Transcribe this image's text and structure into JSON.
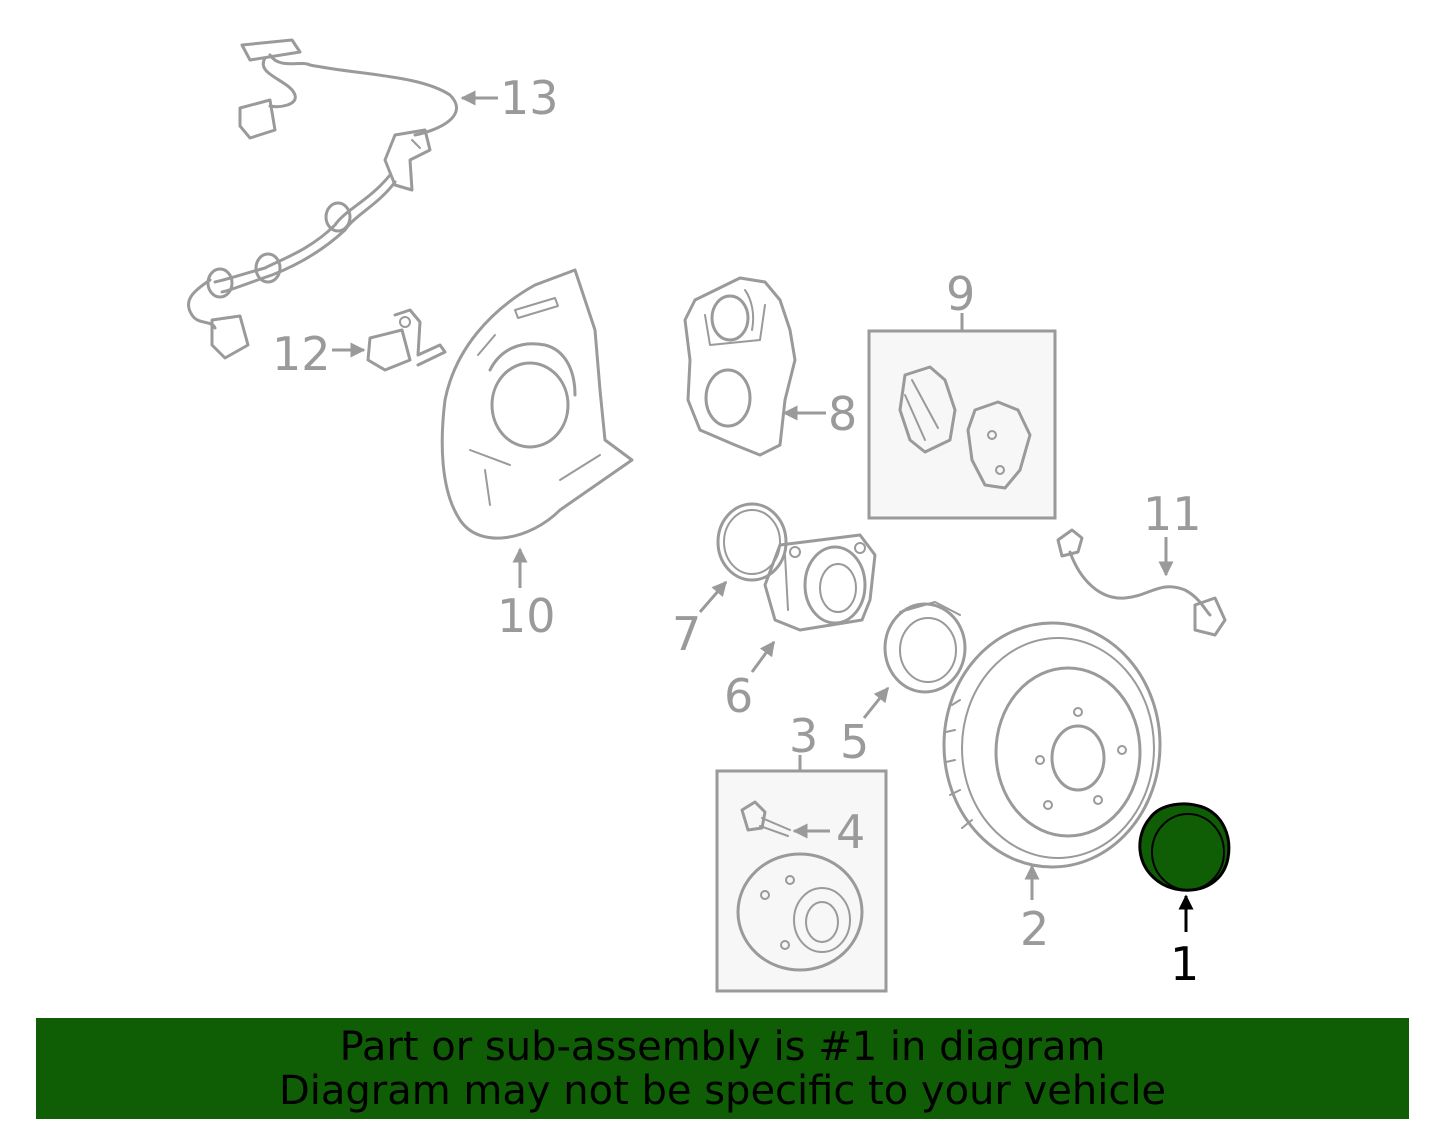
{
  "banner": {
    "line1": "Part or sub-assembly is #1 in diagram",
    "line2": "Diagram may not be specific to your vehicle",
    "background": "#0f5e05"
  },
  "callouts": {
    "c1": "1",
    "c2": "2",
    "c3": "3",
    "c4": "4",
    "c5": "5",
    "c6": "6",
    "c7": "7",
    "c8": "8",
    "c9": "9",
    "c10": "10",
    "c11": "11",
    "c12": "12",
    "c13": "13"
  },
  "colors": {
    "line": "#9a9a9a",
    "highlight": "#0f5e05",
    "active_label": "#000000"
  },
  "highlighted_part": "1"
}
